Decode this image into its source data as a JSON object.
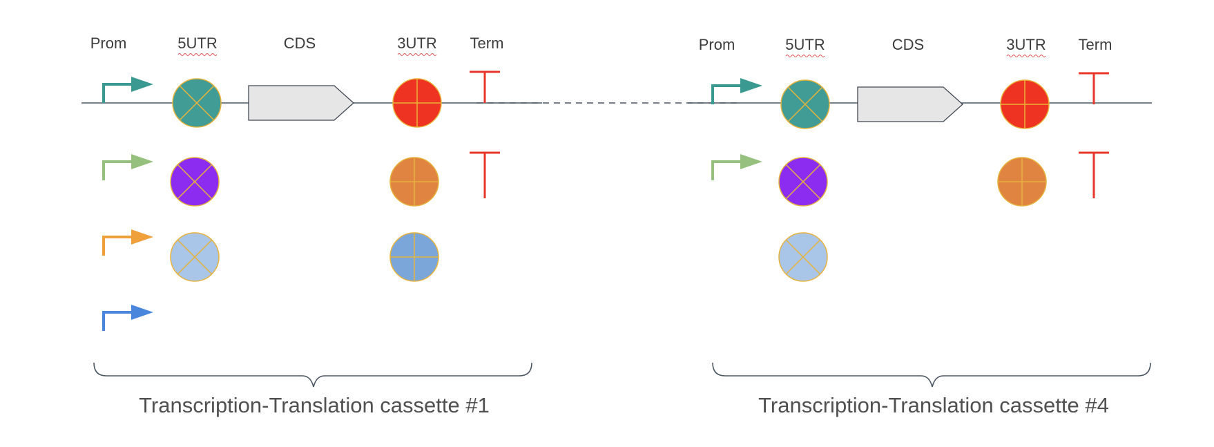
{
  "diagram": {
    "cassettes": [
      {
        "headers": {
          "prom": "Prom",
          "utr5": "5UTR",
          "cds": "CDS",
          "utr3": "3UTR",
          "term": "Term"
        },
        "caption": "Transcription-Translation cassette #1",
        "promoters": [
          "#3a9a92",
          "#96c07e",
          "#f0a03a",
          "#4a86dc"
        ],
        "utr5": [
          "#419c95",
          "#8b2cf0",
          "#a9c5e8"
        ],
        "utr3": [
          "#ee3322",
          "#e08442",
          "#7ba6da"
        ],
        "terminators": [
          "#e8372a",
          "#e8372a"
        ]
      },
      {
        "headers": {
          "prom": "Prom",
          "utr5": "5UTR",
          "cds": "CDS",
          "utr3": "3UTR",
          "term": "Term"
        },
        "caption": "Transcription-Translation cassette #4",
        "promoters": [
          "#3a9a92",
          "#96c07e"
        ],
        "utr5": [
          "#419c95",
          "#8b2cf0",
          "#a9c5e8"
        ],
        "utr3": [
          "#ee3322",
          "#e08442"
        ],
        "terminators": [
          "#e8372a",
          "#e8372a"
        ]
      }
    ],
    "colors": {
      "backbone": "#4a5563",
      "cds_fill": "#e6e6e6",
      "cds_stroke": "#404854",
      "mark": "#e8b33a",
      "brace": "#4a5563"
    }
  }
}
